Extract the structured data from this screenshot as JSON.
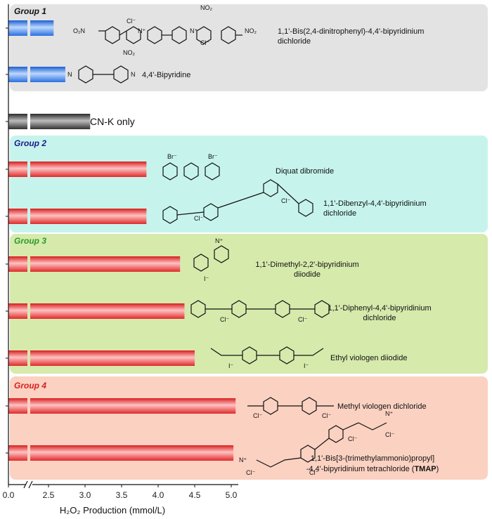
{
  "chart_data": {
    "type": "bar",
    "orientation": "horizontal",
    "xlabel": "H₂O₂ Production (mmol/L)",
    "x_ticks": [
      "0.0",
      "2.5",
      "3.0",
      "3.5",
      "4.0",
      "4.5",
      "5.0"
    ],
    "x_axis_break": "between 0.0 and 2.5",
    "groups": [
      {
        "title": "Group 1",
        "color": "#111111",
        "background": "#e3e3e3",
        "bar_color": "#4a8ff0"
      },
      {
        "title": "Group 2",
        "color": "#1a1a8c",
        "background": "#c6f4ec",
        "bar_color": "#e83a3a"
      },
      {
        "title": "Group 3",
        "color": "#2a9a2a",
        "background": "#d6eaac",
        "bar_color": "#e83a3a"
      },
      {
        "title": "Group 4",
        "color": "#d62020",
        "background": "#fbd1c1",
        "bar_color": "#e83a3a"
      }
    ],
    "series": [
      {
        "label": "1,1'-Bis(2,4-dinitrophenyl)-4,4'-bipyridinium dichloride",
        "label_lines": [
          "1,1'-Bis(2,4-dinitrophenyl)-4,4'-bipyridinium",
          "dichloride"
        ],
        "group": 0,
        "value": 2.57
      },
      {
        "label": "4,4'-Bipyridine",
        "label_lines": [
          "4,4'-Bipyridine"
        ],
        "group": 0,
        "value": 2.73
      },
      {
        "label": "CN-K only",
        "label_lines": [
          "CN-K only"
        ],
        "group": -1,
        "value": 3.07
      },
      {
        "label": "Diquat dibromide",
        "label_lines": [
          "Diquat dibromide"
        ],
        "group": 1,
        "value": 3.84
      },
      {
        "label": "1,1'-Dibenzyl-4,4'-bipyridinium dichloride",
        "label_lines": [
          "1,1'-Dibenzyl-4,4'-bipyridinium",
          "dichloride"
        ],
        "group": 1,
        "value": 3.84
      },
      {
        "label": "1,1'-Dimethyl-2,2'-bipyridinium diiodide",
        "label_lines": [
          "1,1'-Dimethyl-2,2'-bipyridinium",
          "diiodide"
        ],
        "group": 2,
        "value": 4.3
      },
      {
        "label": "1,1'-Diphenyl-4,4'-bipyridinium dichloride",
        "label_lines": [
          "1,1'-Diphenyl-4,4'-bipyridinium",
          "dichloride"
        ],
        "group": 2,
        "value": 4.36
      },
      {
        "label": "Ethyl viologen diiodide",
        "label_lines": [
          "Ethyl viologen diiodide"
        ],
        "group": 2,
        "value": 4.5
      },
      {
        "label": "Methyl viologen dichloride",
        "label_lines": [
          "Methyl viologen dichloride"
        ],
        "group": 3,
        "value": 5.06
      },
      {
        "label": "1,1'-Bis[3-(trimethylammonio)propyl]-4,4'-bipyridinium tetrachloride (TMAP)",
        "label_lines": [
          "1,1'-Bis[3-(trimethylammonio)propyl]",
          "-4,4'-bipyridinium tetrachloride (",
          "TMAP",
          ")"
        ],
        "group": 3,
        "value": 5.03
      }
    ],
    "control_color": "#555555"
  },
  "chem": {
    "cl": "Cl⁻",
    "br": "Br⁻",
    "i": "I⁻",
    "nplus": "N⁺",
    "n": "N",
    "no2": "NO₂",
    "o2n": "O₂N"
  }
}
